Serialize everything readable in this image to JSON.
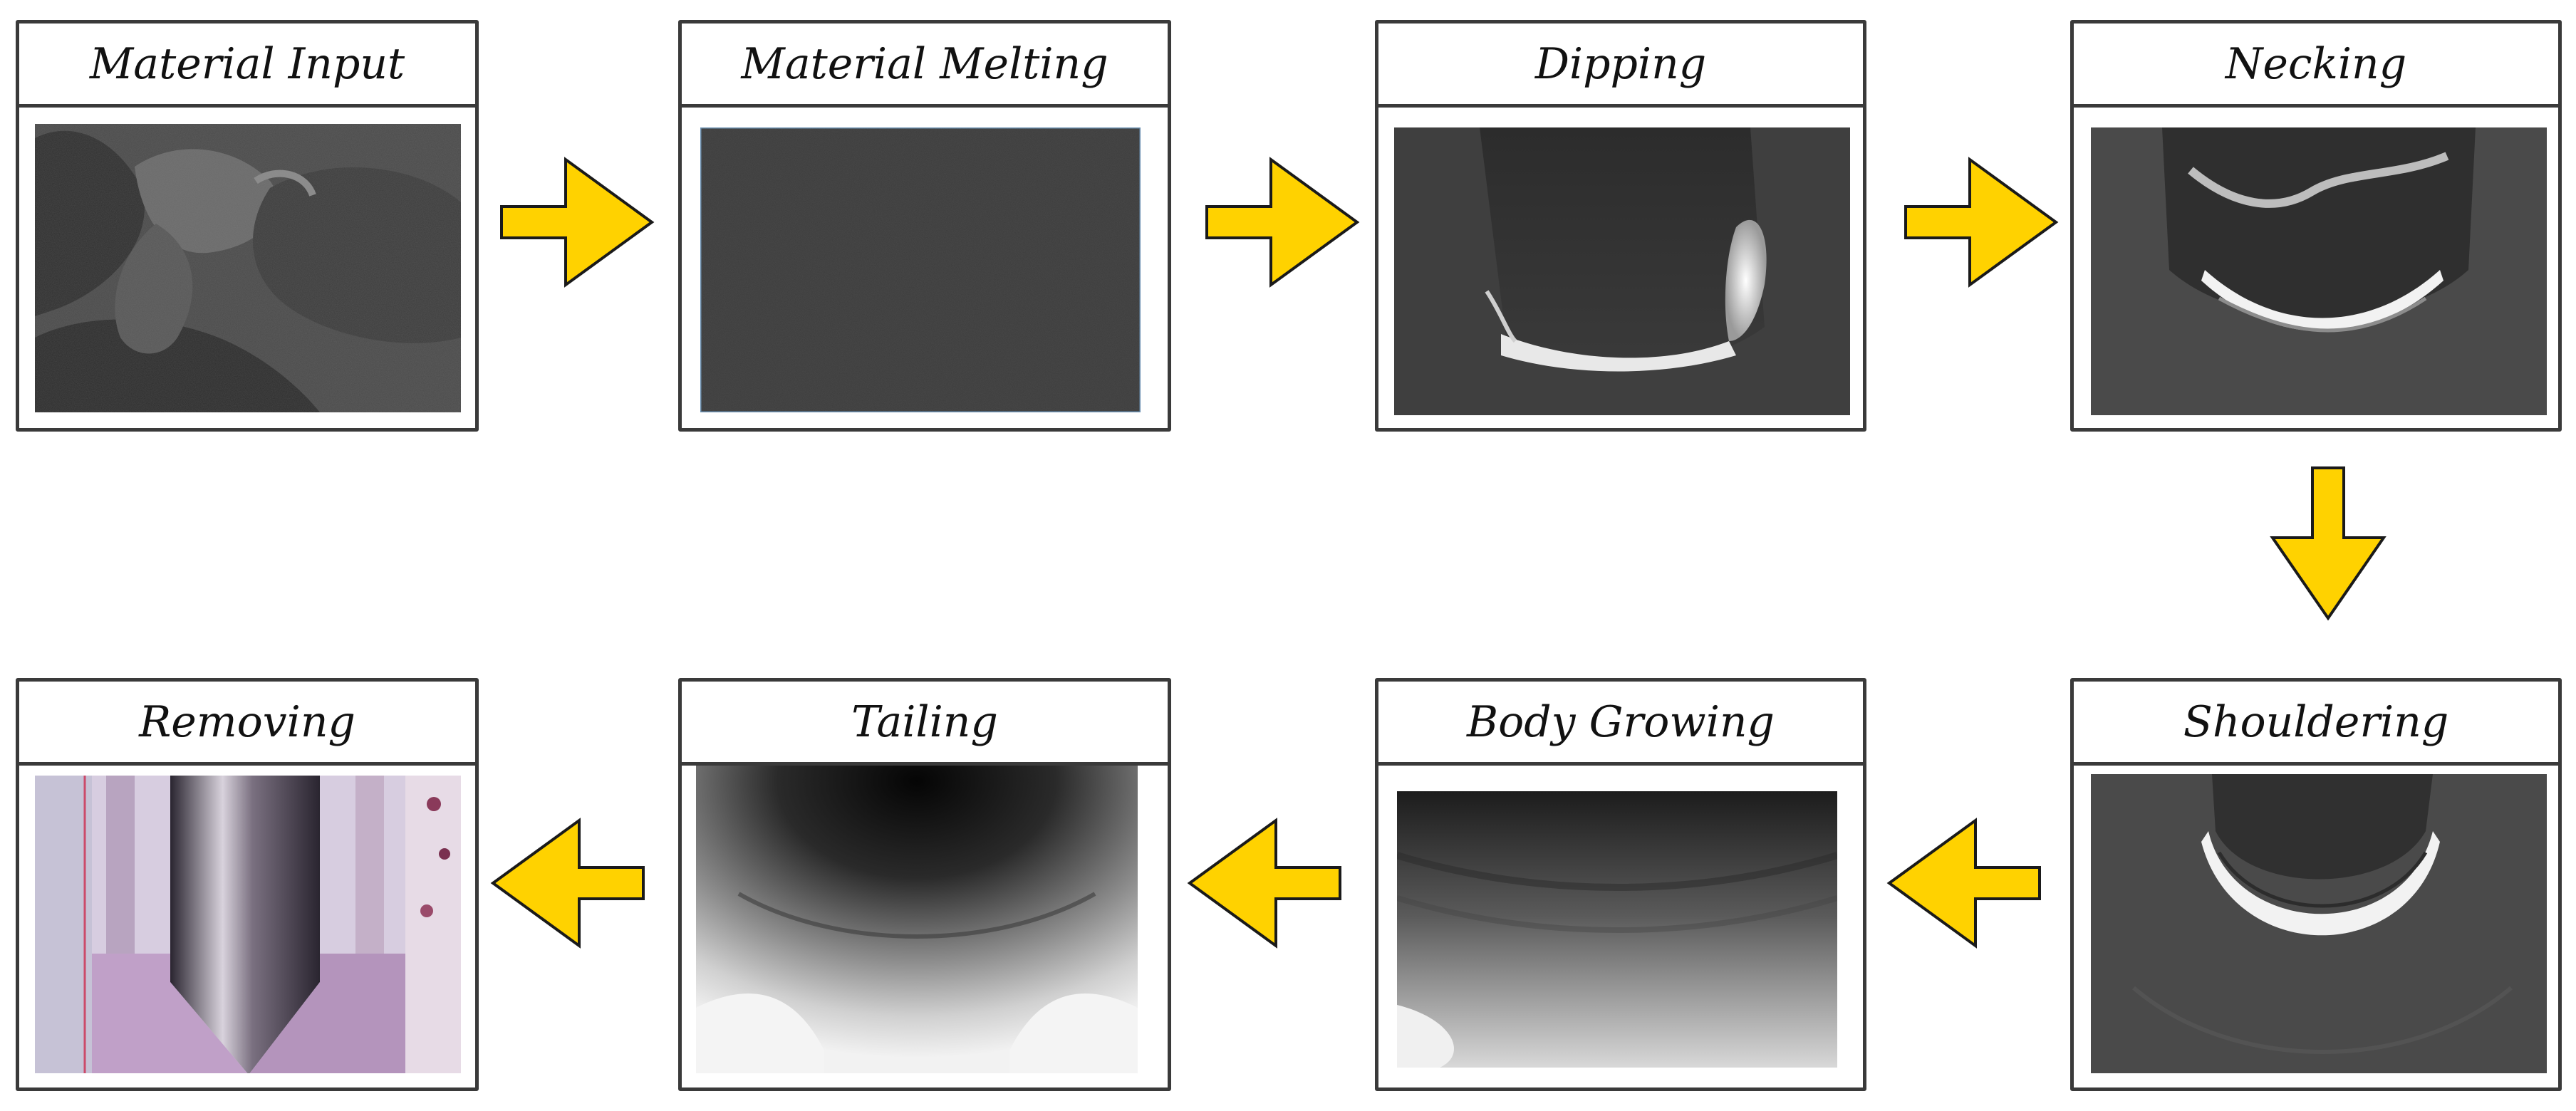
{
  "steps": [
    {
      "label": "Material Input"
    },
    {
      "label": "Material Melting"
    },
    {
      "label": "Dipping"
    },
    {
      "label": "Necking"
    },
    {
      "label": "Shouldering"
    },
    {
      "label": "Body Growing"
    },
    {
      "label": "Tailing"
    },
    {
      "label": "Removing"
    }
  ],
  "colors": {
    "arrow_fill": "#ffd200",
    "arrow_stroke": "#1a1a1a",
    "frame": "#3a3a3a"
  },
  "icons": {
    "arrow": "block-arrow-icon"
  }
}
